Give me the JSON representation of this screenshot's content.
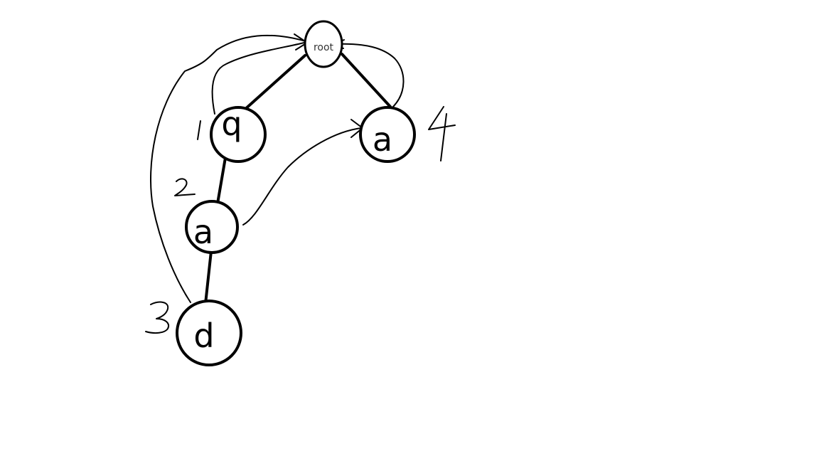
{
  "diagram": {
    "root": {
      "label": "root"
    },
    "nodes": [
      {
        "id": "q",
        "label": "q",
        "number": "1"
      },
      {
        "id": "a1",
        "label": "a",
        "number": "2"
      },
      {
        "id": "d",
        "label": "d",
        "number": "3"
      },
      {
        "id": "a2",
        "label": "a",
        "number": "4"
      }
    ],
    "edges": [
      {
        "from": "root",
        "to": "q"
      },
      {
        "from": "root",
        "to": "a2"
      },
      {
        "from": "q",
        "to": "a1"
      },
      {
        "from": "a1",
        "to": "d"
      }
    ],
    "fail_links": [
      {
        "from": "q",
        "to": "root"
      },
      {
        "from": "d",
        "to": "root"
      },
      {
        "from": "a2",
        "to": "root"
      },
      {
        "from": "a1",
        "to": "a2"
      }
    ]
  }
}
